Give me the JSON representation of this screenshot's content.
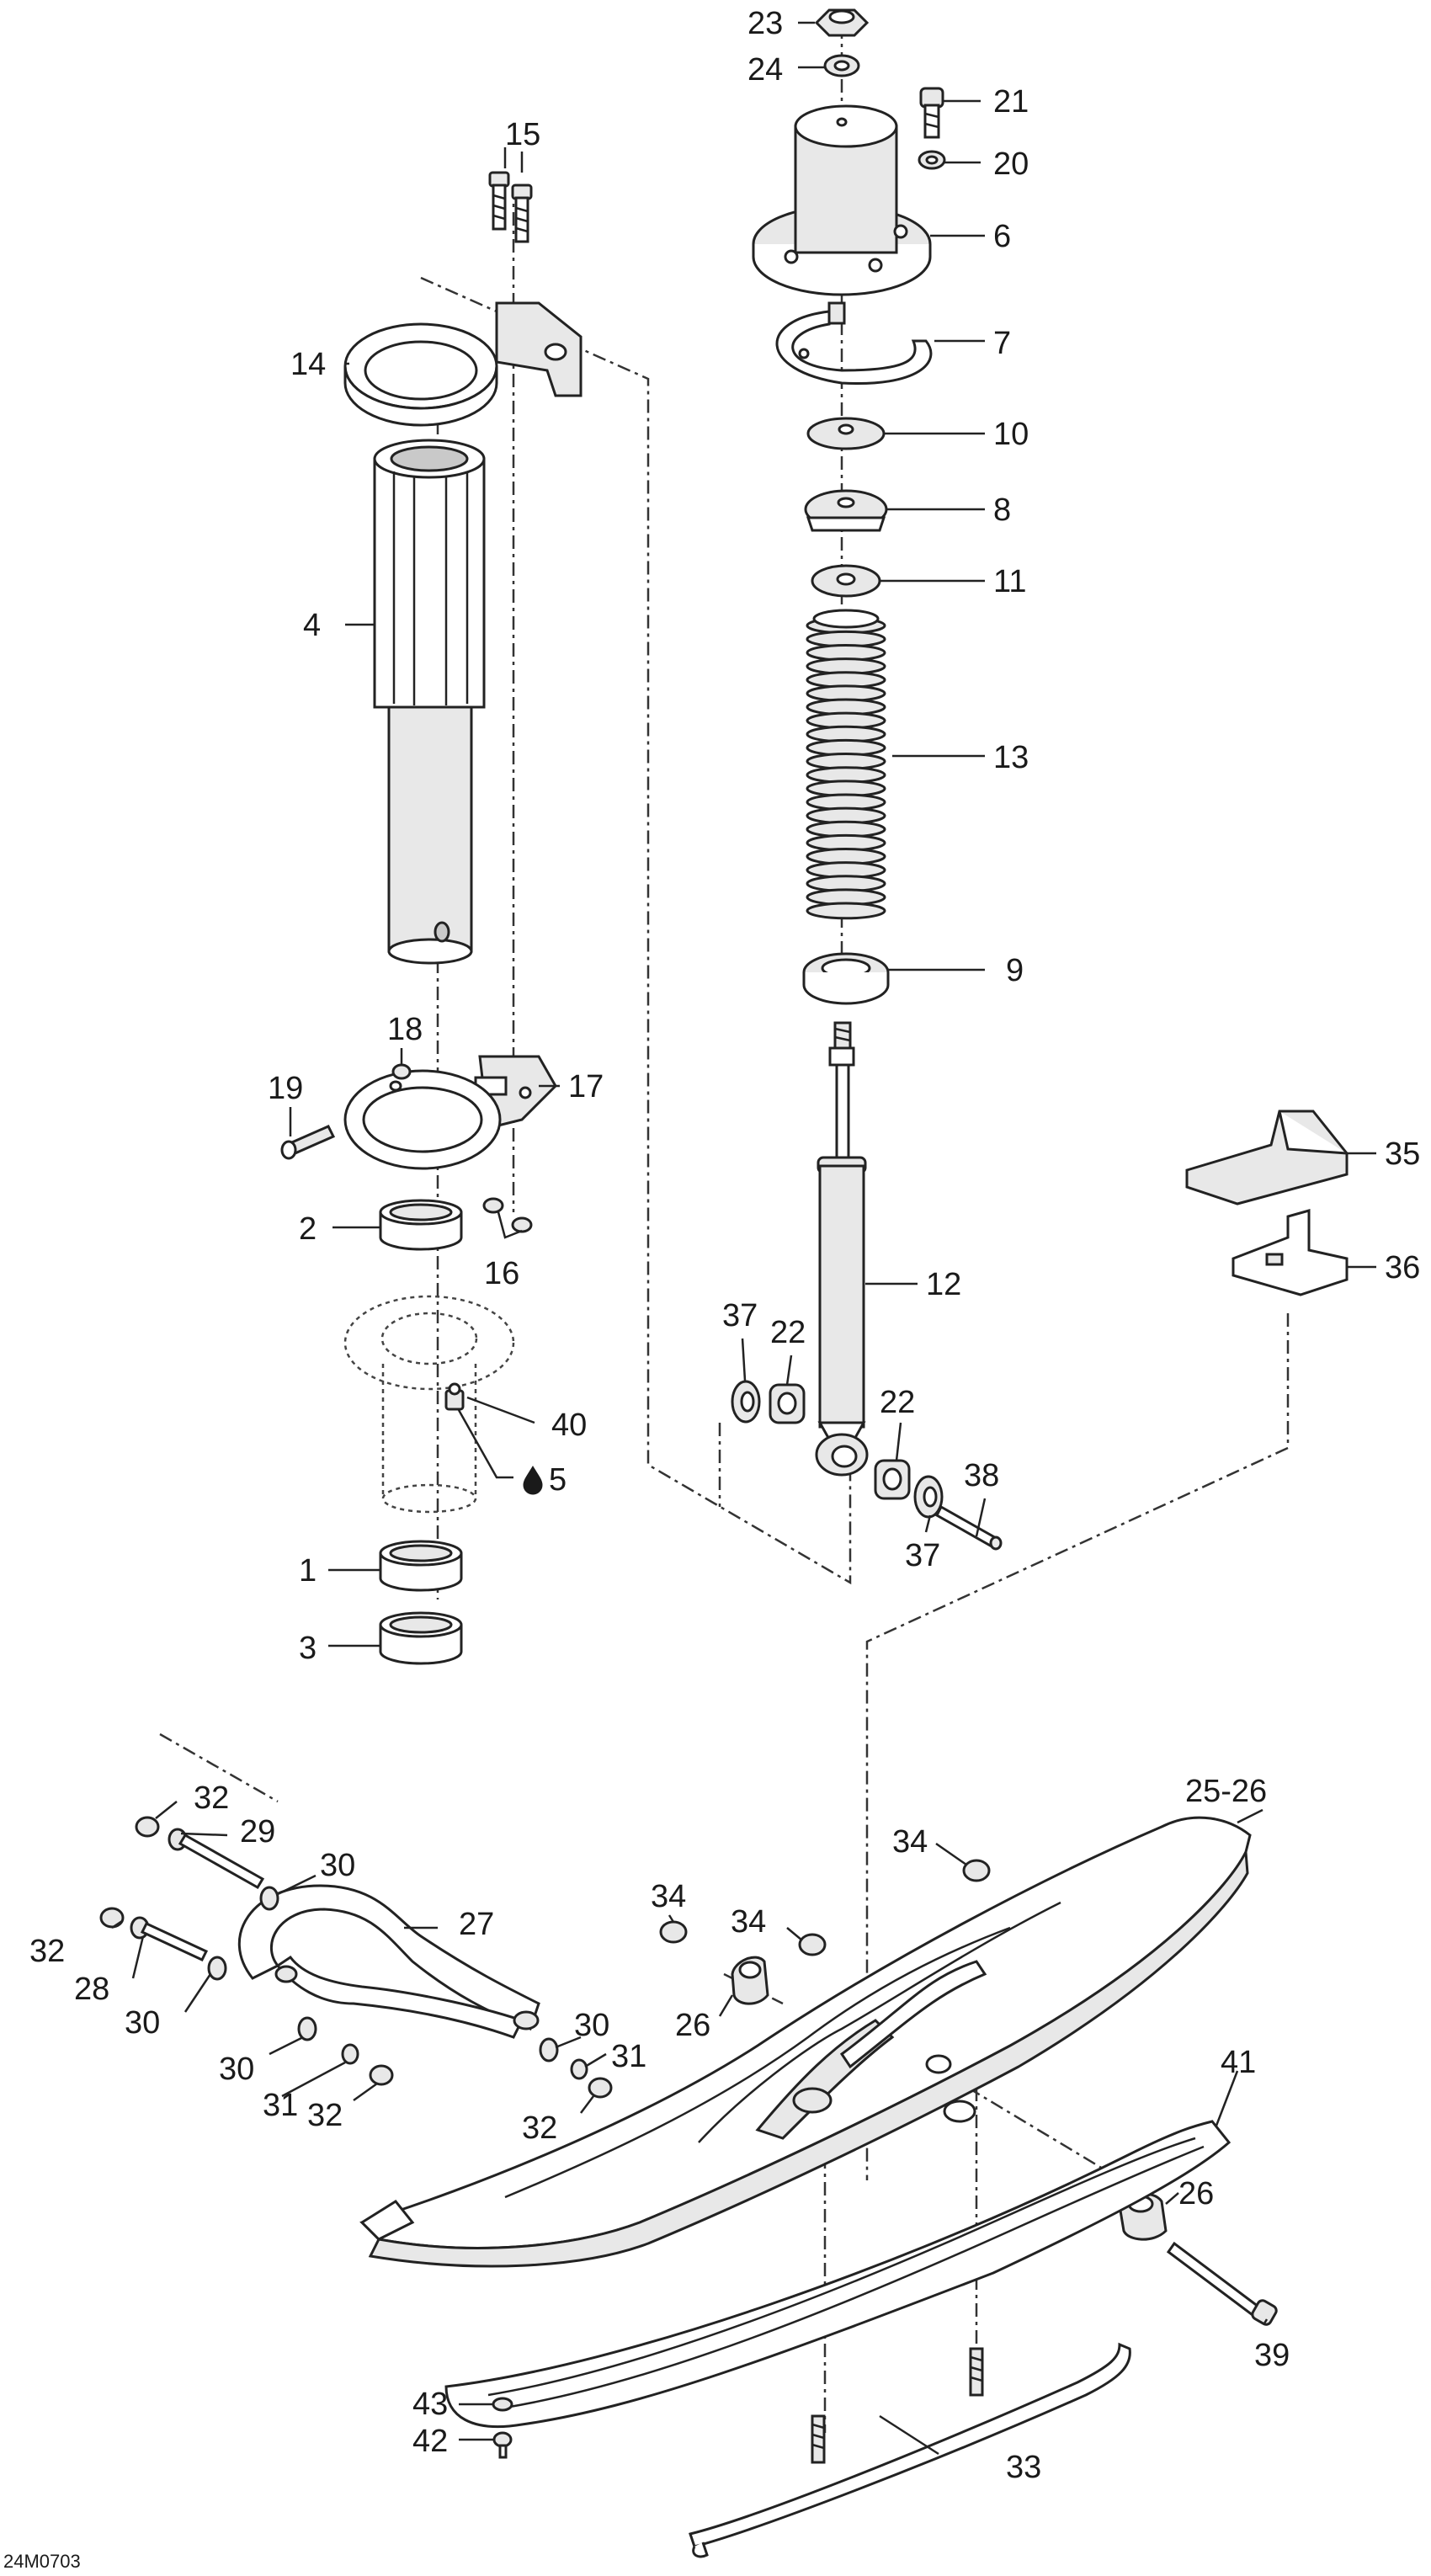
{
  "diagram_id": "24M0703",
  "callouts": {
    "c1": "1",
    "c2": "2",
    "c3": "3",
    "c4": "4",
    "c5": "5",
    "c6": "6",
    "c7": "7",
    "c8": "8",
    "c9": "9",
    "c10": "10",
    "c11": "11",
    "c12": "12",
    "c13": "13",
    "c14": "14",
    "c15": "15",
    "c16": "16",
    "c17": "17",
    "c18": "18",
    "c19": "19",
    "c20": "20",
    "c21": "21",
    "c22a": "22",
    "c22b": "22",
    "c23": "23",
    "c24": "24",
    "c2526": "25-26",
    "c26a": "26",
    "c26b": "26",
    "c27": "27",
    "c28": "28",
    "c29": "29",
    "c30a": "30",
    "c30b": "30",
    "c30c": "30",
    "c30d": "30",
    "c31a": "31",
    "c31b": "31",
    "c32a": "32",
    "c32b": "32",
    "c32c": "32",
    "c32d": "32",
    "c33": "33",
    "c34a": "34",
    "c34b": "34",
    "c34c": "34",
    "c35": "35",
    "c36": "36",
    "c37a": "37",
    "c37b": "37",
    "c38": "38",
    "c39": "39",
    "c40": "40",
    "c41": "41",
    "c42": "42",
    "c43": "43"
  },
  "icons": {
    "c5_symbol": "oil-drop-icon"
  }
}
